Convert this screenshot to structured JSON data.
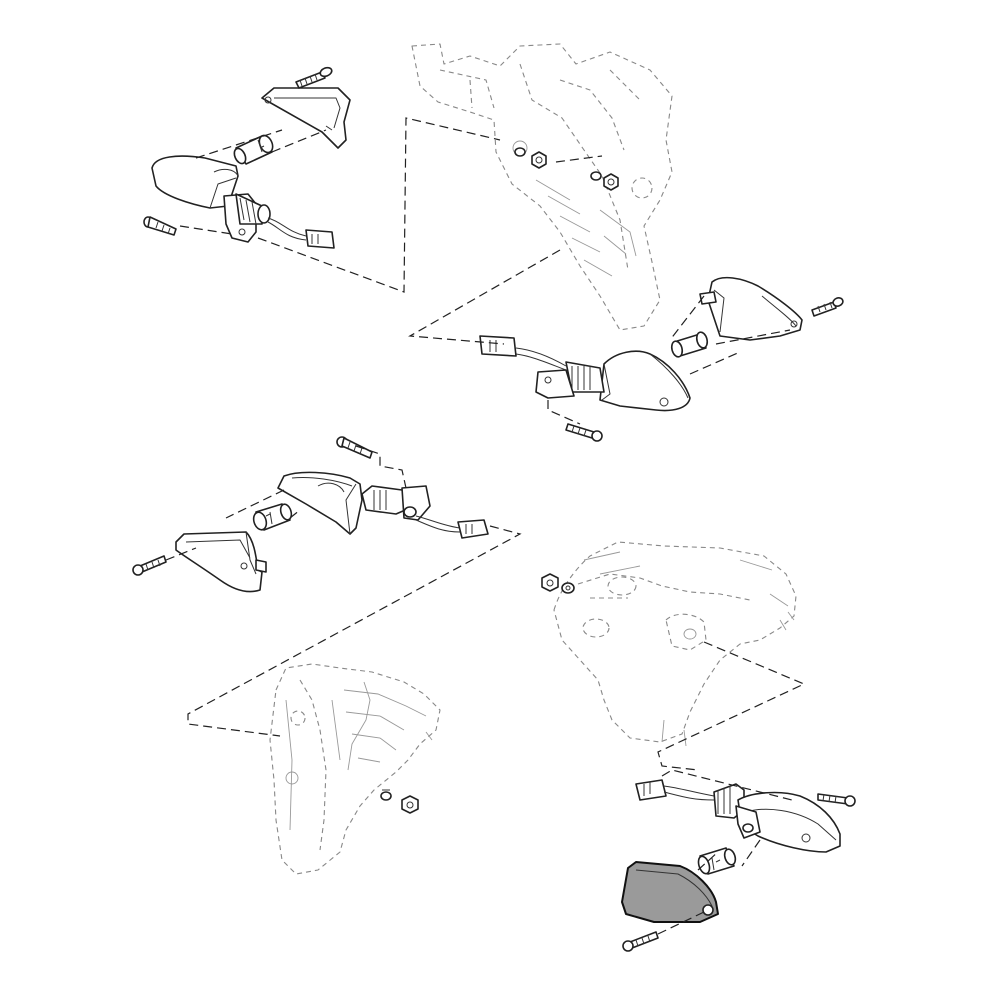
{
  "diagram": {
    "type": "exploded-parts-view",
    "highlight_color": "#9a9a9a",
    "line_color": "#222222",
    "background": "#ffffff",
    "groups": [
      "front-right-turn-signal",
      "front-left-turn-signal",
      "rear-left-turn-signal",
      "rear-right-turn-signal"
    ],
    "highlighted_part": "rear-right-turn-signal-lens"
  }
}
